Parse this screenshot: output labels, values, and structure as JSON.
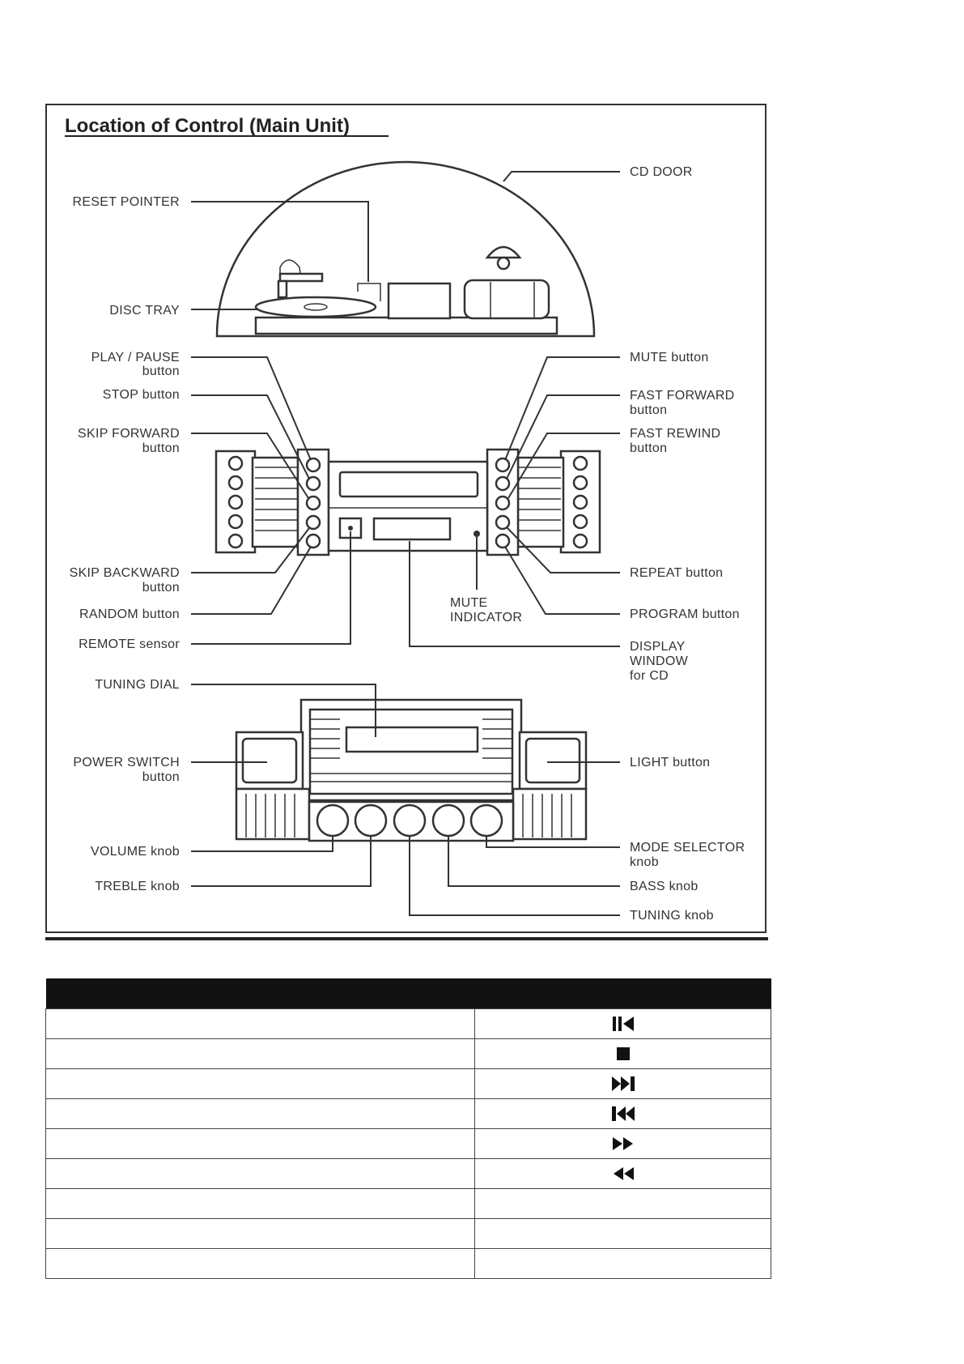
{
  "diagram": {
    "title": "Location of Control (Main Unit)",
    "labels": {
      "cd_door": "CD DOOR",
      "reset_pointer": "RESET POINTER",
      "disc_tray": "DISC TRAY",
      "play_pause_1": "PLAY / PAUSE",
      "play_pause_2": "button",
      "stop": "STOP button",
      "skip_forward_1": "SKIP FORWARD",
      "skip_forward_2": "button",
      "skip_backward_1": "SKIP BACKWARD",
      "skip_backward_2": "button",
      "random": "RANDOM button",
      "remote_sensor": "REMOTE sensor",
      "mute": "MUTE button",
      "fast_forward_1": "FAST FORWARD",
      "fast_forward_2": "button",
      "fast_rewind_1": "FAST REWIND",
      "fast_rewind_2": "button",
      "repeat": "REPEAT button",
      "program": "PROGRAM button",
      "mute_indicator_1": "MUTE",
      "mute_indicator_2": "INDICATOR",
      "display_window_1": "DISPLAY",
      "display_window_2": "WINDOW",
      "display_window_3": "for CD",
      "tuning_dial": "TUNING DIAL",
      "power_switch_1": "POWER SWITCH",
      "power_switch_2": "button",
      "light": "LIGHT button",
      "volume": "VOLUME knob",
      "treble": "TREBLE knob",
      "mode_selector_1": "MODE SELECTOR",
      "mode_selector_2": "knob",
      "bass": "BASS knob",
      "tuning_knob": "TUNING knob"
    }
  },
  "table": {
    "rows": [
      {
        "function": "",
        "symbol_icon": "play-pause-icon"
      },
      {
        "function": "",
        "symbol_icon": "stop-icon"
      },
      {
        "function": "",
        "symbol_icon": "skip-forward-icon"
      },
      {
        "function": "",
        "symbol_icon": "skip-backward-icon"
      },
      {
        "function": "",
        "symbol_icon": "fast-forward-icon"
      },
      {
        "function": "",
        "symbol_icon": "fast-rewind-icon"
      },
      {
        "function": "",
        "symbol_icon": ""
      },
      {
        "function": "",
        "symbol_icon": ""
      },
      {
        "function": "",
        "symbol_icon": ""
      }
    ]
  }
}
